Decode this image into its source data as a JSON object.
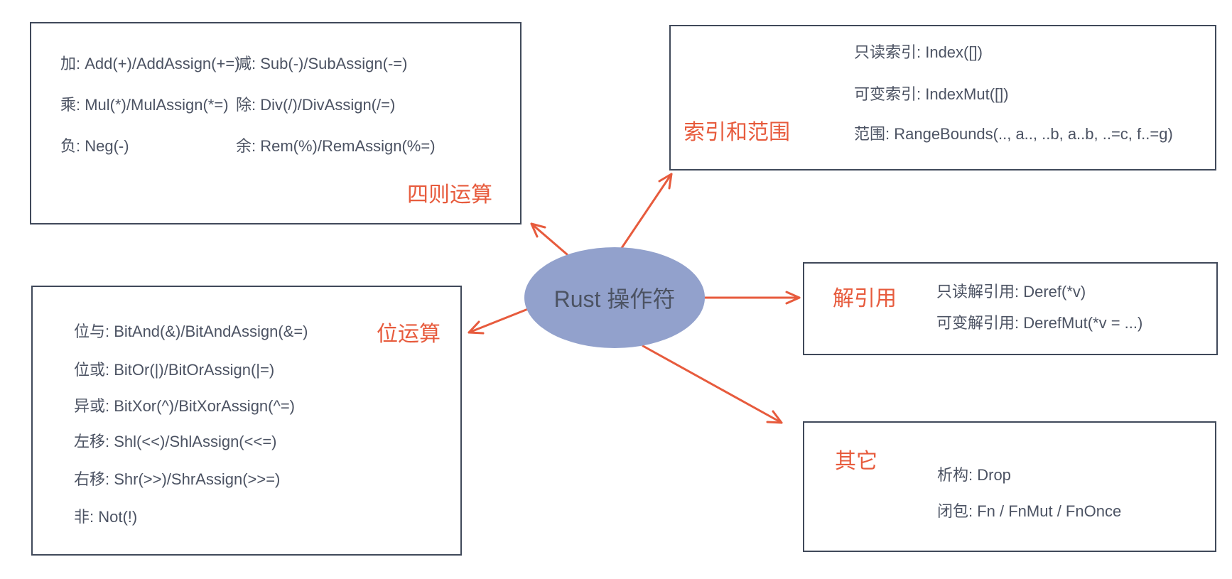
{
  "colors": {
    "accent": "#E75B3D",
    "box_border": "#40495A",
    "text": "#4C5363",
    "center_fill": "#92A1CC",
    "background": "#FFFFFF"
  },
  "center_node": {
    "label": "Rust 操作符"
  },
  "boxes": {
    "arith": {
      "label": "四则运算",
      "col1": [
        "加: Add(+)/AddAssign(+=)",
        "乘: Mul(*)/MulAssign(*=)",
        "负: Neg(-)"
      ],
      "col2": [
        "减: Sub(-)/SubAssign(-=)",
        "除: Div(/)/DivAssign(/=)",
        "余: Rem(%)/RemAssign(%=)"
      ]
    },
    "index_range": {
      "label": "索引和范围",
      "lines": [
        "只读索引: Index([])",
        "可变索引: IndexMut([])",
        "范围: RangeBounds(.., a.., ..b, a..b, ..=c, f..=g)"
      ]
    },
    "deref": {
      "label": "解引用",
      "lines": [
        "只读解引用: Deref(*v)",
        "可变解引用: DerefMut(*v = ...)"
      ]
    },
    "other": {
      "label": "其它",
      "lines": [
        "析构: Drop",
        "闭包: Fn / FnMut / FnOnce"
      ]
    },
    "bitwise": {
      "label": "位运算",
      "lines": [
        "位与: BitAnd(&)/BitAndAssign(&=)",
        "位或: BitOr(|)/BitOrAssign(|=)",
        "异或: BitXor(^)/BitXorAssign(^=)",
        "左移: Shl(<<)/ShlAssign(<<=)",
        "右移: Shr(>>)/ShrAssign(>>=)",
        "非: Not(!)"
      ]
    }
  }
}
